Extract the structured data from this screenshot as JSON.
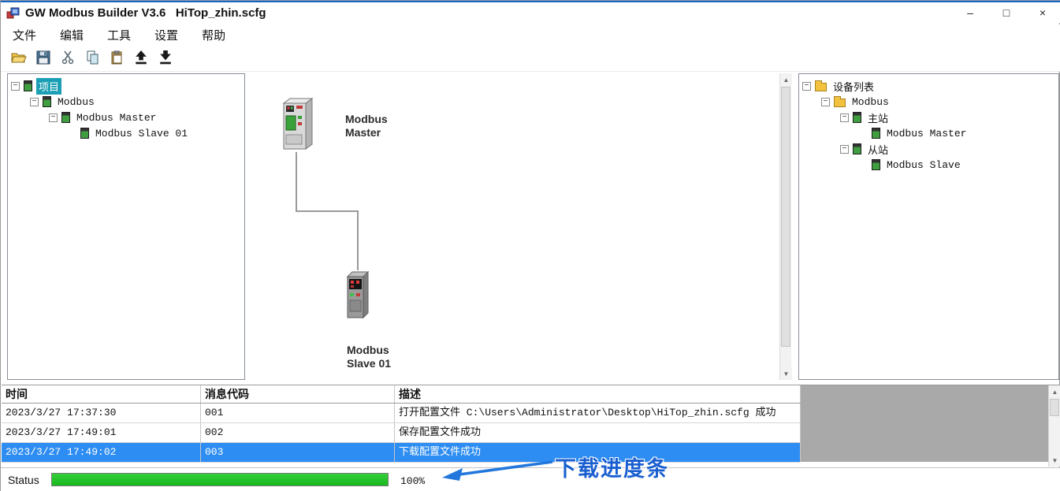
{
  "window": {
    "title": "GW Modbus Builder V3.6   HiTop_zhin.scfg",
    "controls": {
      "minimize": "–",
      "maximize": "□",
      "close": "×"
    }
  },
  "menu": {
    "items": [
      {
        "label": "文件"
      },
      {
        "label": "编辑"
      },
      {
        "label": "工具"
      },
      {
        "label": "设置"
      },
      {
        "label": "帮助"
      }
    ]
  },
  "toolbar": {
    "buttons": [
      "open-file",
      "save",
      "cut",
      "copy",
      "paste",
      "upload",
      "download"
    ]
  },
  "project_tree": {
    "items": [
      {
        "label": "项目",
        "selected": true
      },
      {
        "label": "Modbus"
      },
      {
        "label": "Modbus Master"
      },
      {
        "label": "Modbus Slave 01"
      }
    ]
  },
  "canvas": {
    "master_line1": "Modbus",
    "master_line2": "Master",
    "slave_line1": "Modbus",
    "slave_line2": "Slave 01"
  },
  "device_tree": {
    "items": [
      {
        "label": "设备列表"
      },
      {
        "label": "Modbus"
      },
      {
        "label": "主站"
      },
      {
        "label": "Modbus Master"
      },
      {
        "label": "从站"
      },
      {
        "label": "Modbus Slave"
      }
    ]
  },
  "log": {
    "headers": [
      "时间",
      "消息代码",
      "描述"
    ],
    "rows": [
      {
        "time": "2023/3/27 17:37:30",
        "code": "001",
        "desc": "打开配置文件 C:\\Users\\Administrator\\Desktop\\HiTop_zhin.scfg 成功",
        "selected": false
      },
      {
        "time": "2023/3/27 17:49:01",
        "code": "002",
        "desc": "保存配置文件成功",
        "selected": false
      },
      {
        "time": "2023/3/27 17:49:02",
        "code": "003",
        "desc": "下载配置文件成功",
        "selected": true
      }
    ]
  },
  "status": {
    "label": "Status",
    "percent": "100%",
    "annotation": "下载进度条"
  }
}
